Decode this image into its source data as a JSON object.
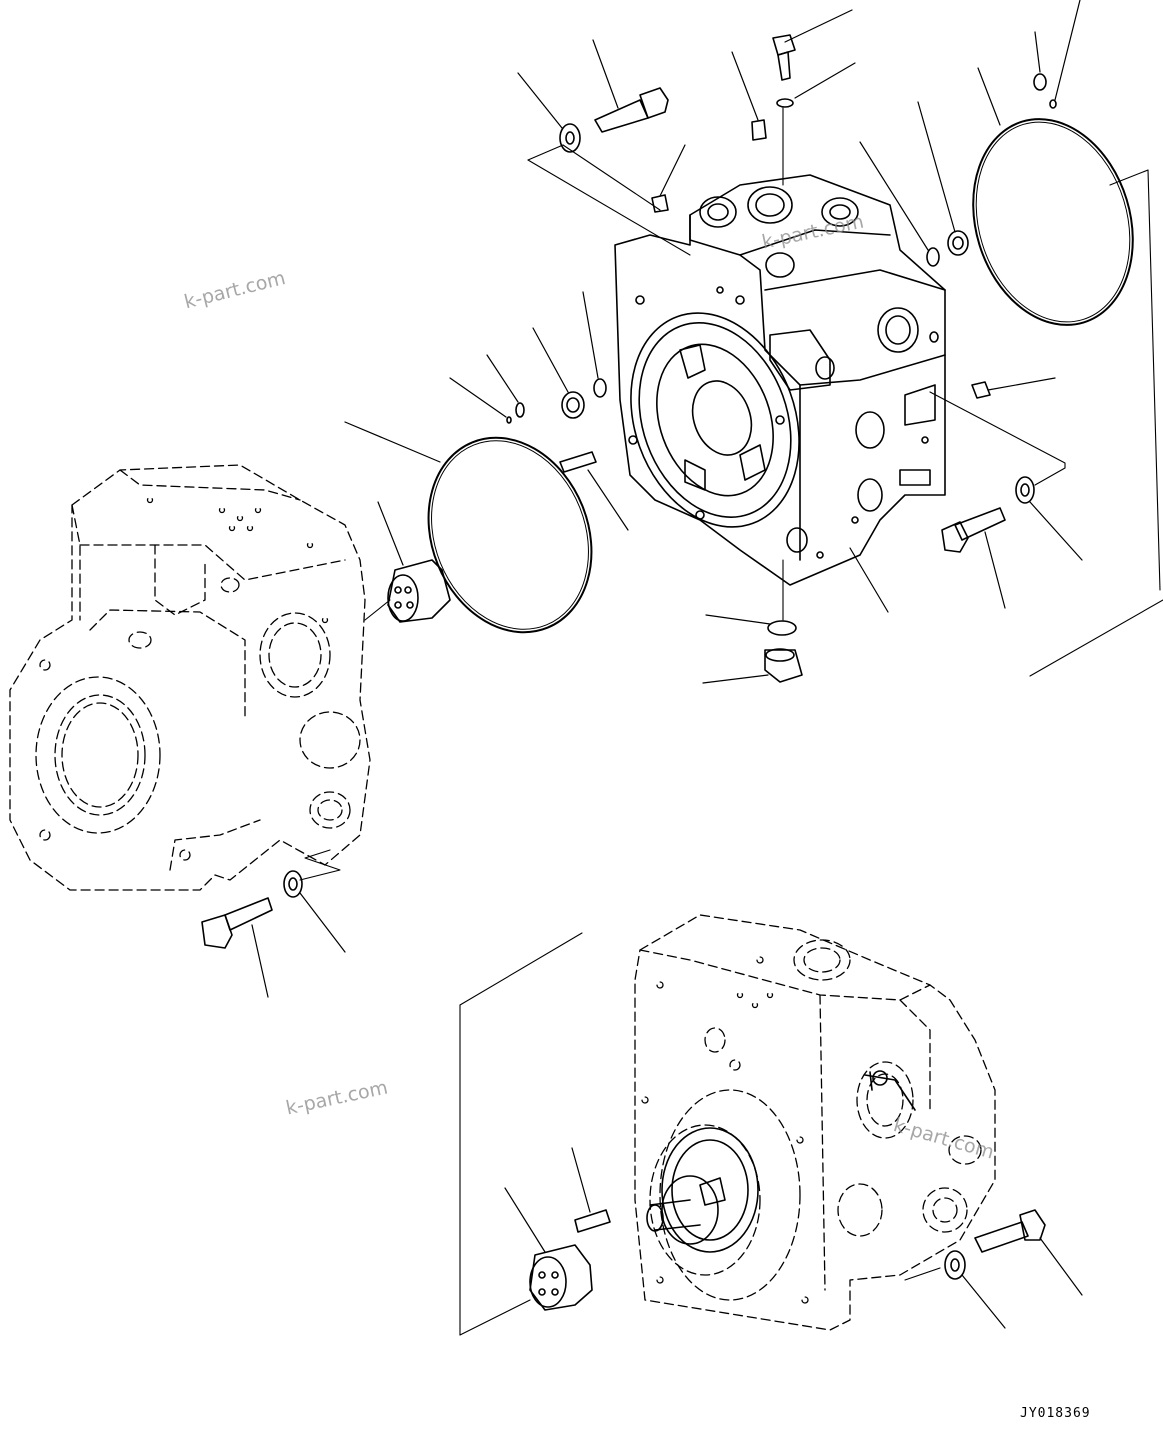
{
  "watermarks": [
    "k-part.com",
    "k-part.com",
    "k-part.com",
    "k-part.com"
  ],
  "drawing_code": "JY018369",
  "colors": {
    "line": "#000000",
    "hidden_line": "#000000",
    "background": "#ffffff",
    "watermark": "#8a8a8a"
  },
  "parts": [
    "pump-case-assembly-left-phantom",
    "end-cover-main",
    "pump-case-assembly-bottom-phantom",
    "large-o-ring-left",
    "large-o-ring-right",
    "valve-plate-cylinder-top",
    "valve-plate-cylinder-bottom",
    "mounting-bolts",
    "washers",
    "small-o-rings",
    "plugs",
    "dowel-pins",
    "sensor-fitting"
  ]
}
